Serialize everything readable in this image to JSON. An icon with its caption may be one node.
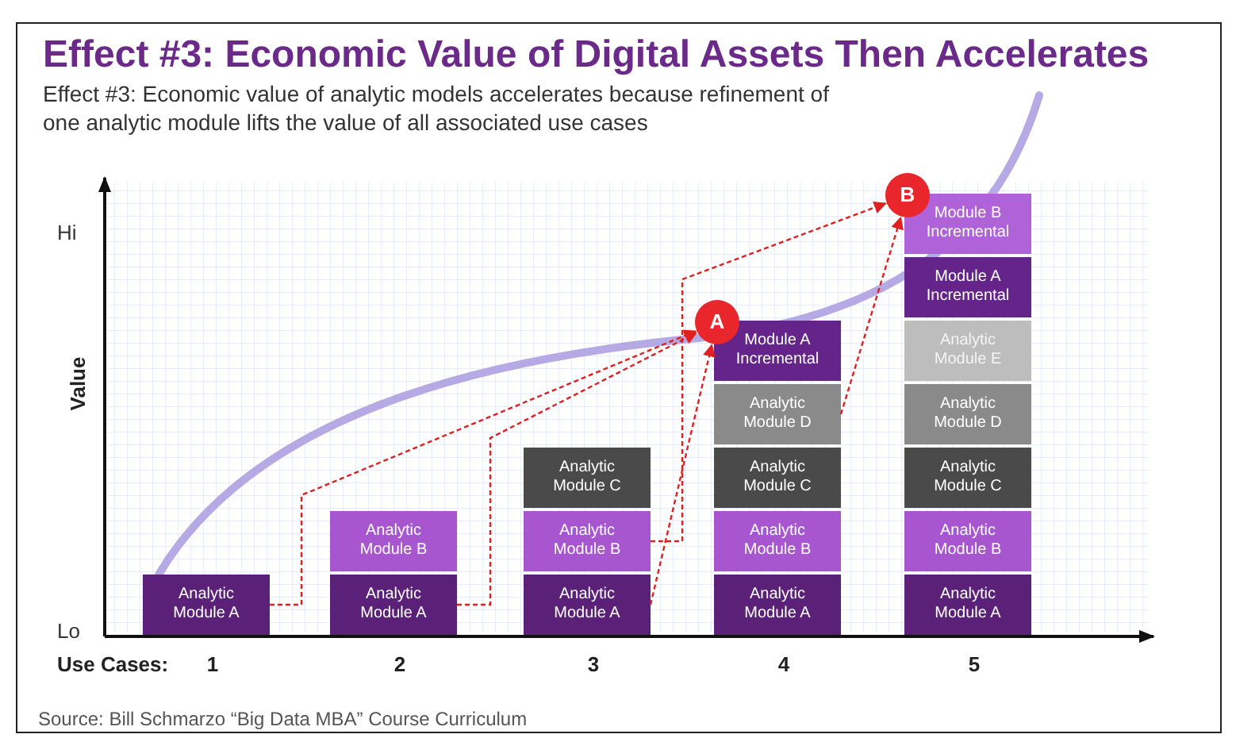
{
  "diagram": {
    "title": "Effect #3: Economic Value of Digital Assets Then Accelerates",
    "caption": "Source: Bill Schmarzo “Big Data MBA” Course Curriculum",
    "nodes": [
      {
        "text": [
          "Analytic Module A"
        ]
      },
      {
        "text": [
          "Analytic Module A"
        ]
      },
      {
        "text": [
          "Analytic Module B"
        ]
      },
      {
        "text": [
          "Analytic Module A"
        ]
      },
      {
        "text": [
          "Analytic Module B"
        ]
      },
      {
        "text": [
          "Analytic Module C"
        ]
      },
      {
        "text": [
          "Analytic Module A"
        ]
      },
      {
        "text": [
          "Analytic Module B"
        ]
      },
      {
        "text": [
          "Analytic Module C"
        ]
      },
      {
        "text": [
          "Analytic Module D"
        ]
      },
      {
        "text": [
          "Module A Incremental"
        ]
      },
      {
        "text": [
          "Analytic Module A"
        ]
      },
      {
        "text": [
          "Analytic Module B"
        ]
      },
      {
        "text": [
          "Analytic Module C"
        ]
      },
      {
        "text": [
          "Analytic Module D"
        ]
      },
      {
        "text": [
          "Analytic Module E"
        ]
      },
      {
        "text": [
          "Module A Incremental"
        ]
      },
      {
        "text": [
          "Module B Incremental"
        ]
      },
      {
        "text": [
          "A"
        ]
      },
      {
        "text": [
          "B"
        ]
      }
    ],
    "edges": [
      {
        "from": 0,
        "to": 18,
        "arrow": "to",
        "style": "dashed"
      },
      {
        "from": 1,
        "to": 18,
        "arrow": "to",
        "style": "dashed"
      },
      {
        "from": 3,
        "to": 18,
        "arrow": "to",
        "style": "dashed"
      },
      {
        "from": 4,
        "to": 19,
        "arrow": "to",
        "style": "dashed"
      },
      {
        "from": 9,
        "to": 19,
        "arrow": "to",
        "style": "dashed"
      }
    ],
    "labels": [
      "Effect #3: Economic value of analytic models accelerates because refinement of one analytic module lifts the value of all associated use cases",
      "Hi",
      "Value",
      "Lo",
      "Use Cases:",
      "1",
      "2",
      "3",
      "4",
      "5"
    ]
  }
}
